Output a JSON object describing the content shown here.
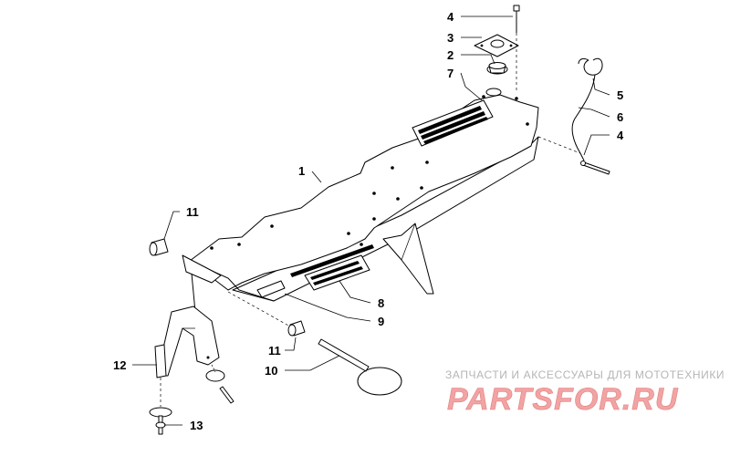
{
  "callouts": {
    "c1": "1",
    "c2": "2",
    "c3": "3",
    "c4_top": "4",
    "c4_right": "4",
    "c5": "5",
    "c6": "6",
    "c7": "7",
    "c8": "8",
    "c9": "9",
    "c10": "10",
    "c11_top": "11",
    "c11_bottom": "11",
    "c12": "12",
    "c13": "13"
  },
  "watermark": {
    "caption": "ЗАПЧАСТИ И АКСЕССУАРЫ ДЛЯ МОТОТЕХНИКИ",
    "logo_text": "PARTSFOR.RU",
    "logo_color": "#f2a3a3",
    "caption_color": "#b5b5b5"
  }
}
